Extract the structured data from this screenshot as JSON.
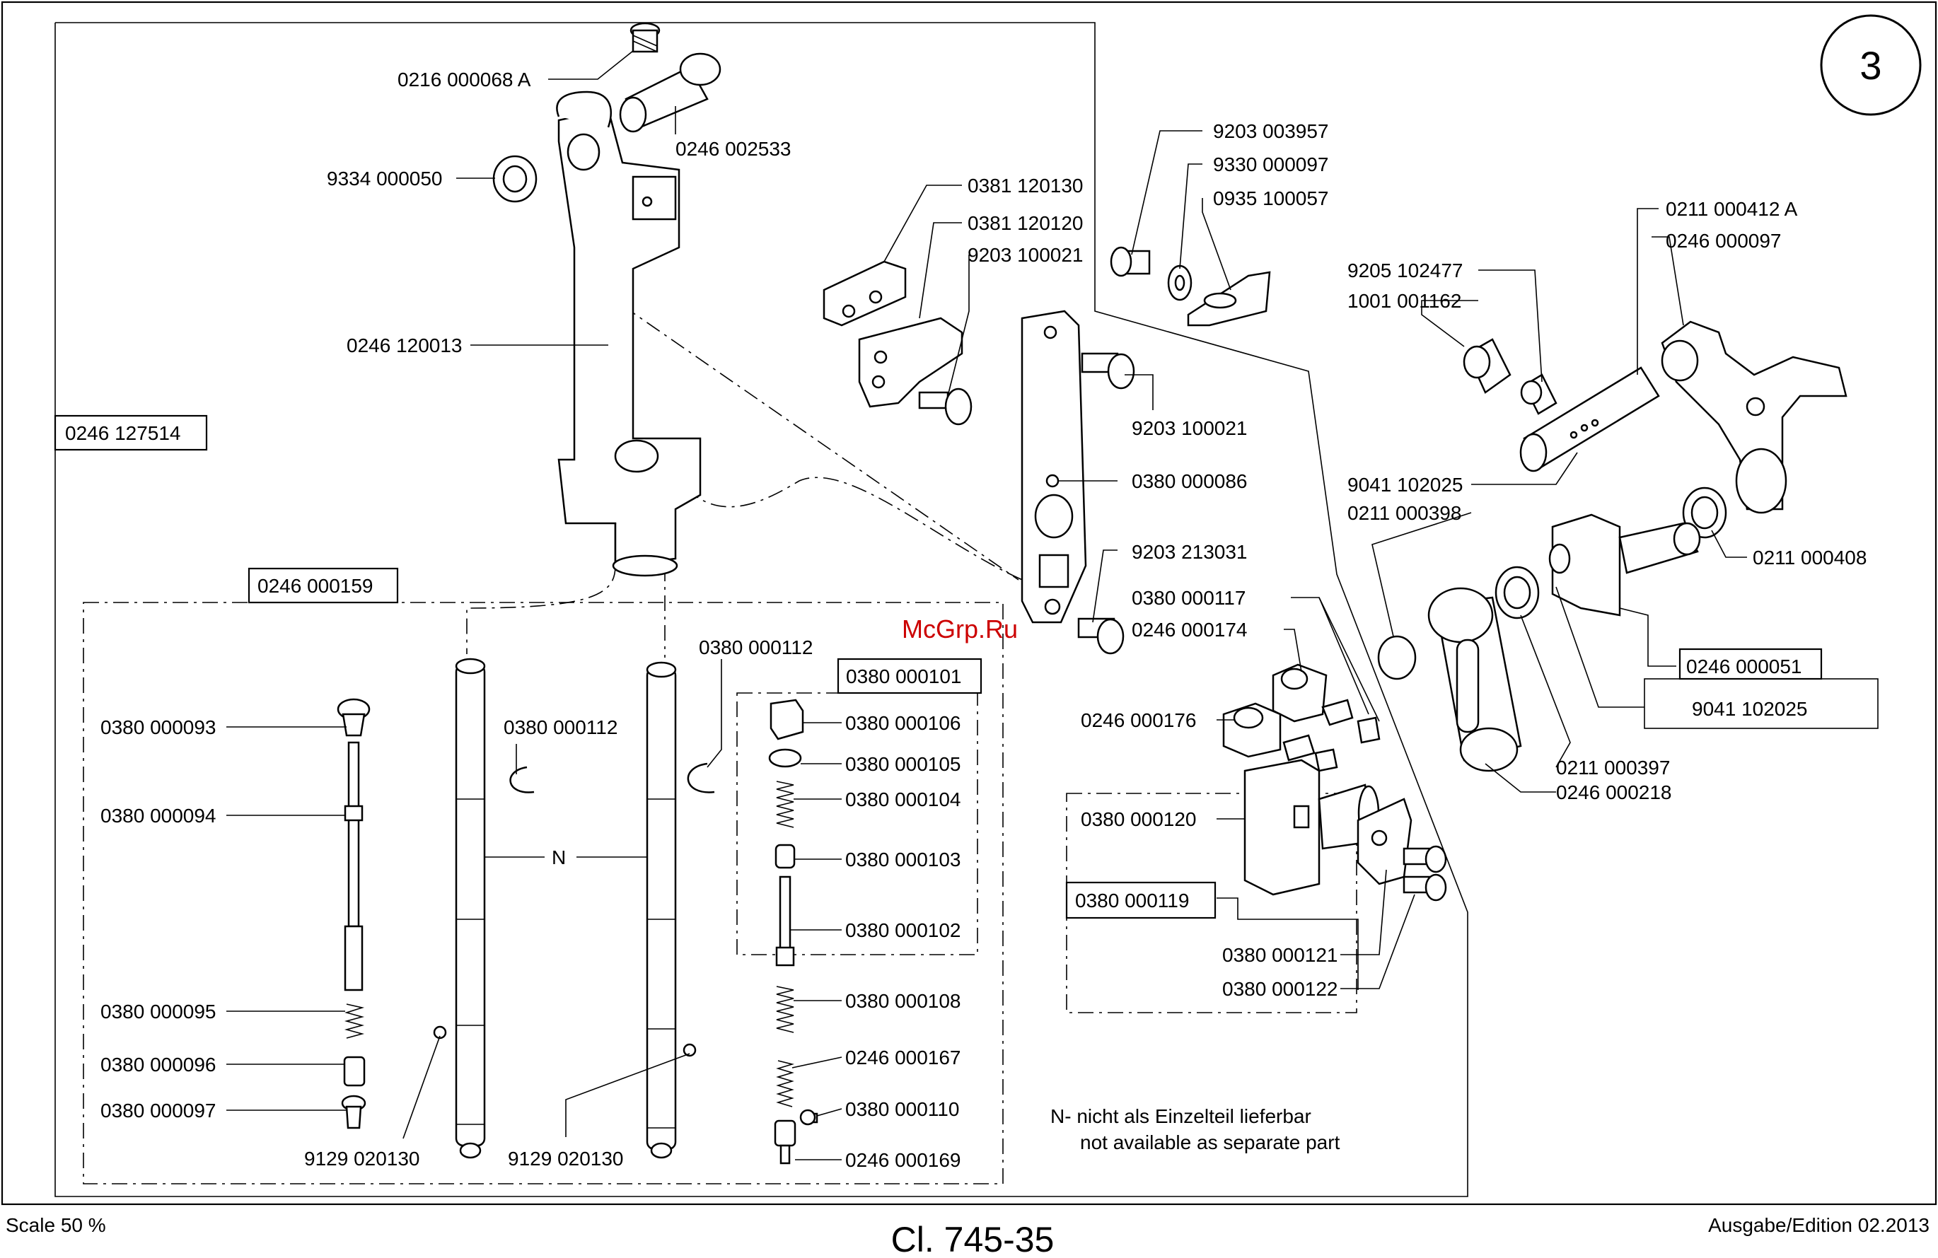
{
  "page": {
    "section_number": "3",
    "scale_label": "Scale 50 %",
    "model_title": "Cl. 745-35",
    "edition_label": "Ausgabe/Edition 02.2013",
    "watermark": "McGrp.Ru",
    "watermark_color": "#cc0000"
  },
  "note": {
    "line1": "N- nicht als Einzelteil lieferbar",
    "line2": "not available as separate part",
    "marker": "N"
  },
  "boxed_labels": {
    "b1": "0246 127514",
    "b2": "0246 000159",
    "b3": "0380 000101",
    "b4": "0380 000119",
    "b5": "0246 000051"
  },
  "labels": {
    "l1": "0216 000068 A",
    "l2": "0246 002533",
    "l3": "9334 000050",
    "l4": "0246 120013",
    "l5": "0381 120130",
    "l6": "0381 120120",
    "l7": "9203 100021",
    "l8": "9203 100021",
    "l9": "0380 000086",
    "l10": "9203 213031",
    "l11": "0380 000117",
    "l12": "0246 000174",
    "l13": "9203 003957",
    "l14": "9330 000097",
    "l15": "0935 100057",
    "l16": "0211 000412 A",
    "l17": "0246 000097",
    "l18": "9205 102477",
    "l19": "1001 001162",
    "l20": "9041 102025",
    "l21": "0211 000398",
    "l22": "0211 000408",
    "l23": "9041 102025",
    "l24": "0211 000397",
    "l25": "0246 000218",
    "l26": "0246 000176",
    "l27": "0380 000120",
    "l28": "0380 000121",
    "l29": "0380 000122",
    "l30": "0380 000093",
    "l31": "0380 000094",
    "l32": "0380 000095",
    "l33": "0380 000096",
    "l34": "0380 000097",
    "l35": "9129 020130",
    "l36": "9129 020130",
    "l37": "0380 000112",
    "l38": "0380 000112",
    "l39": "0380 000106",
    "l40": "0380 000105",
    "l41": "0380 000104",
    "l42": "0380 000103",
    "l43": "0380 000102",
    "l44": "0380 000108",
    "l45": "0246 000167",
    "l46": "0380 000110",
    "l47": "0246 000169"
  }
}
